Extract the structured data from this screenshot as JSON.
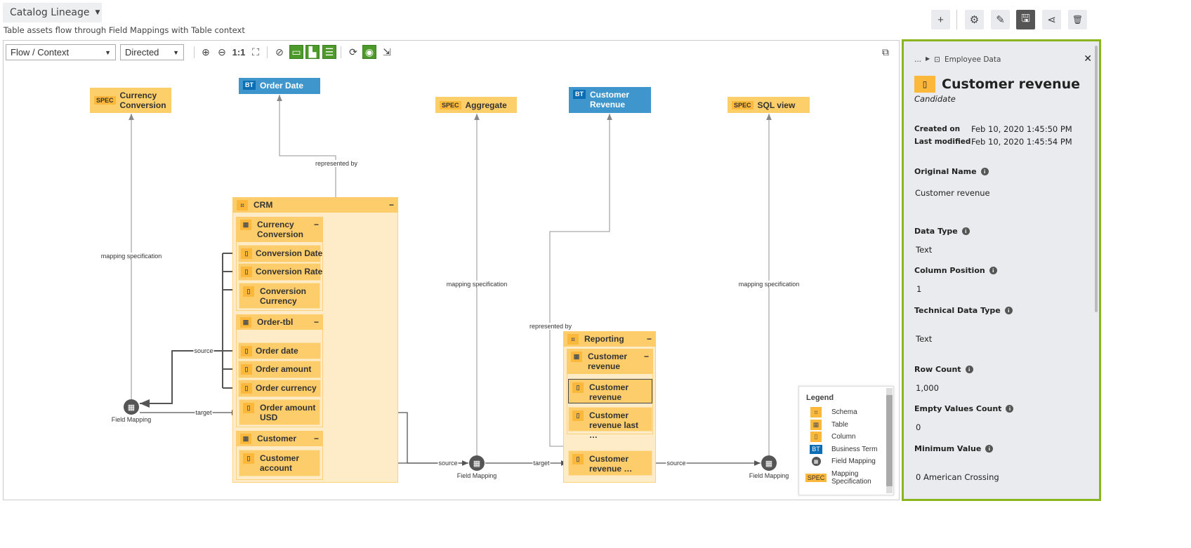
{
  "header": {
    "title": "Catalog Lineage",
    "subtitle": "Table assets flow through Field Mappings with Table context"
  },
  "actions": {
    "add": "+",
    "settings": "⚙",
    "edit": "✎",
    "save": "🖫",
    "share": "⋖",
    "delete": "🗑"
  },
  "toolbar": {
    "view_select": "Flow / Context",
    "direction_select": "Directed",
    "zoom_reset": "1:1"
  },
  "nodes": {
    "currency_conversion_spec": {
      "badge": "SPEC",
      "label": "Currency Conversion"
    },
    "order_date_bt": {
      "badge": "BT",
      "label": "Order Date"
    },
    "aggregate_spec": {
      "badge": "SPEC",
      "label": "Aggregate"
    },
    "customer_revenue_bt": {
      "badge": "BT",
      "label": "Customer Revenue"
    },
    "sql_view_spec": {
      "badge": "SPEC",
      "label": "SQL view"
    }
  },
  "crm": {
    "label": "CRM",
    "tables": [
      {
        "label": "Currency Conversion",
        "columns": [
          "Conversion Date",
          "Conversion Rate",
          "Conversion Currency"
        ]
      },
      {
        "label": "Order-tbl",
        "columns": [
          "Order date",
          "Order amount",
          "Order currency",
          "Order amount USD"
        ]
      },
      {
        "label": "Customer",
        "columns": [
          "Customer account"
        ]
      }
    ]
  },
  "reporting": {
    "label": "Reporting",
    "table": "Customer revenue",
    "columns": [
      "Customer revenue",
      "Customer revenue last …",
      "Customer revenue …"
    ]
  },
  "edges": {
    "mapping_spec": "mapping specification",
    "represented_by": "represented by",
    "source": "source",
    "target": "target"
  },
  "field_mapping": "Field Mapping",
  "legend": {
    "title": "Legend",
    "items": [
      "Schema",
      "Table",
      "Column",
      "Business Term",
      "Field Mapping",
      "Mapping Specification"
    ]
  },
  "panel": {
    "breadcrumb_more": "...",
    "breadcrumb": "Employee Data",
    "title": "Customer revenue",
    "status": "Candidate",
    "created_label": "Created on",
    "created": "Feb 10, 2020 1:45:50 PM",
    "modified_label": "Last modified",
    "modified": "Feb 10, 2020 1:45:54 PM",
    "fields": [
      {
        "label": "Original Name",
        "value": "Customer revenue"
      },
      {
        "label": "Data Type",
        "value": "Text"
      },
      {
        "label": "Column Position",
        "value": "1"
      },
      {
        "label": "Technical Data Type",
        "value": "Text"
      },
      {
        "label": "Row Count",
        "value": "1,000"
      },
      {
        "label": "Empty Values Count",
        "value": "0"
      },
      {
        "label": "Minimum Value",
        "value": "0 American Crossing"
      }
    ]
  },
  "colors": {
    "accent_green": "#8bb51c",
    "spec": "#fdcf6b",
    "business_term": "#3f96cc",
    "toggle_on": "#4c9a2a"
  }
}
